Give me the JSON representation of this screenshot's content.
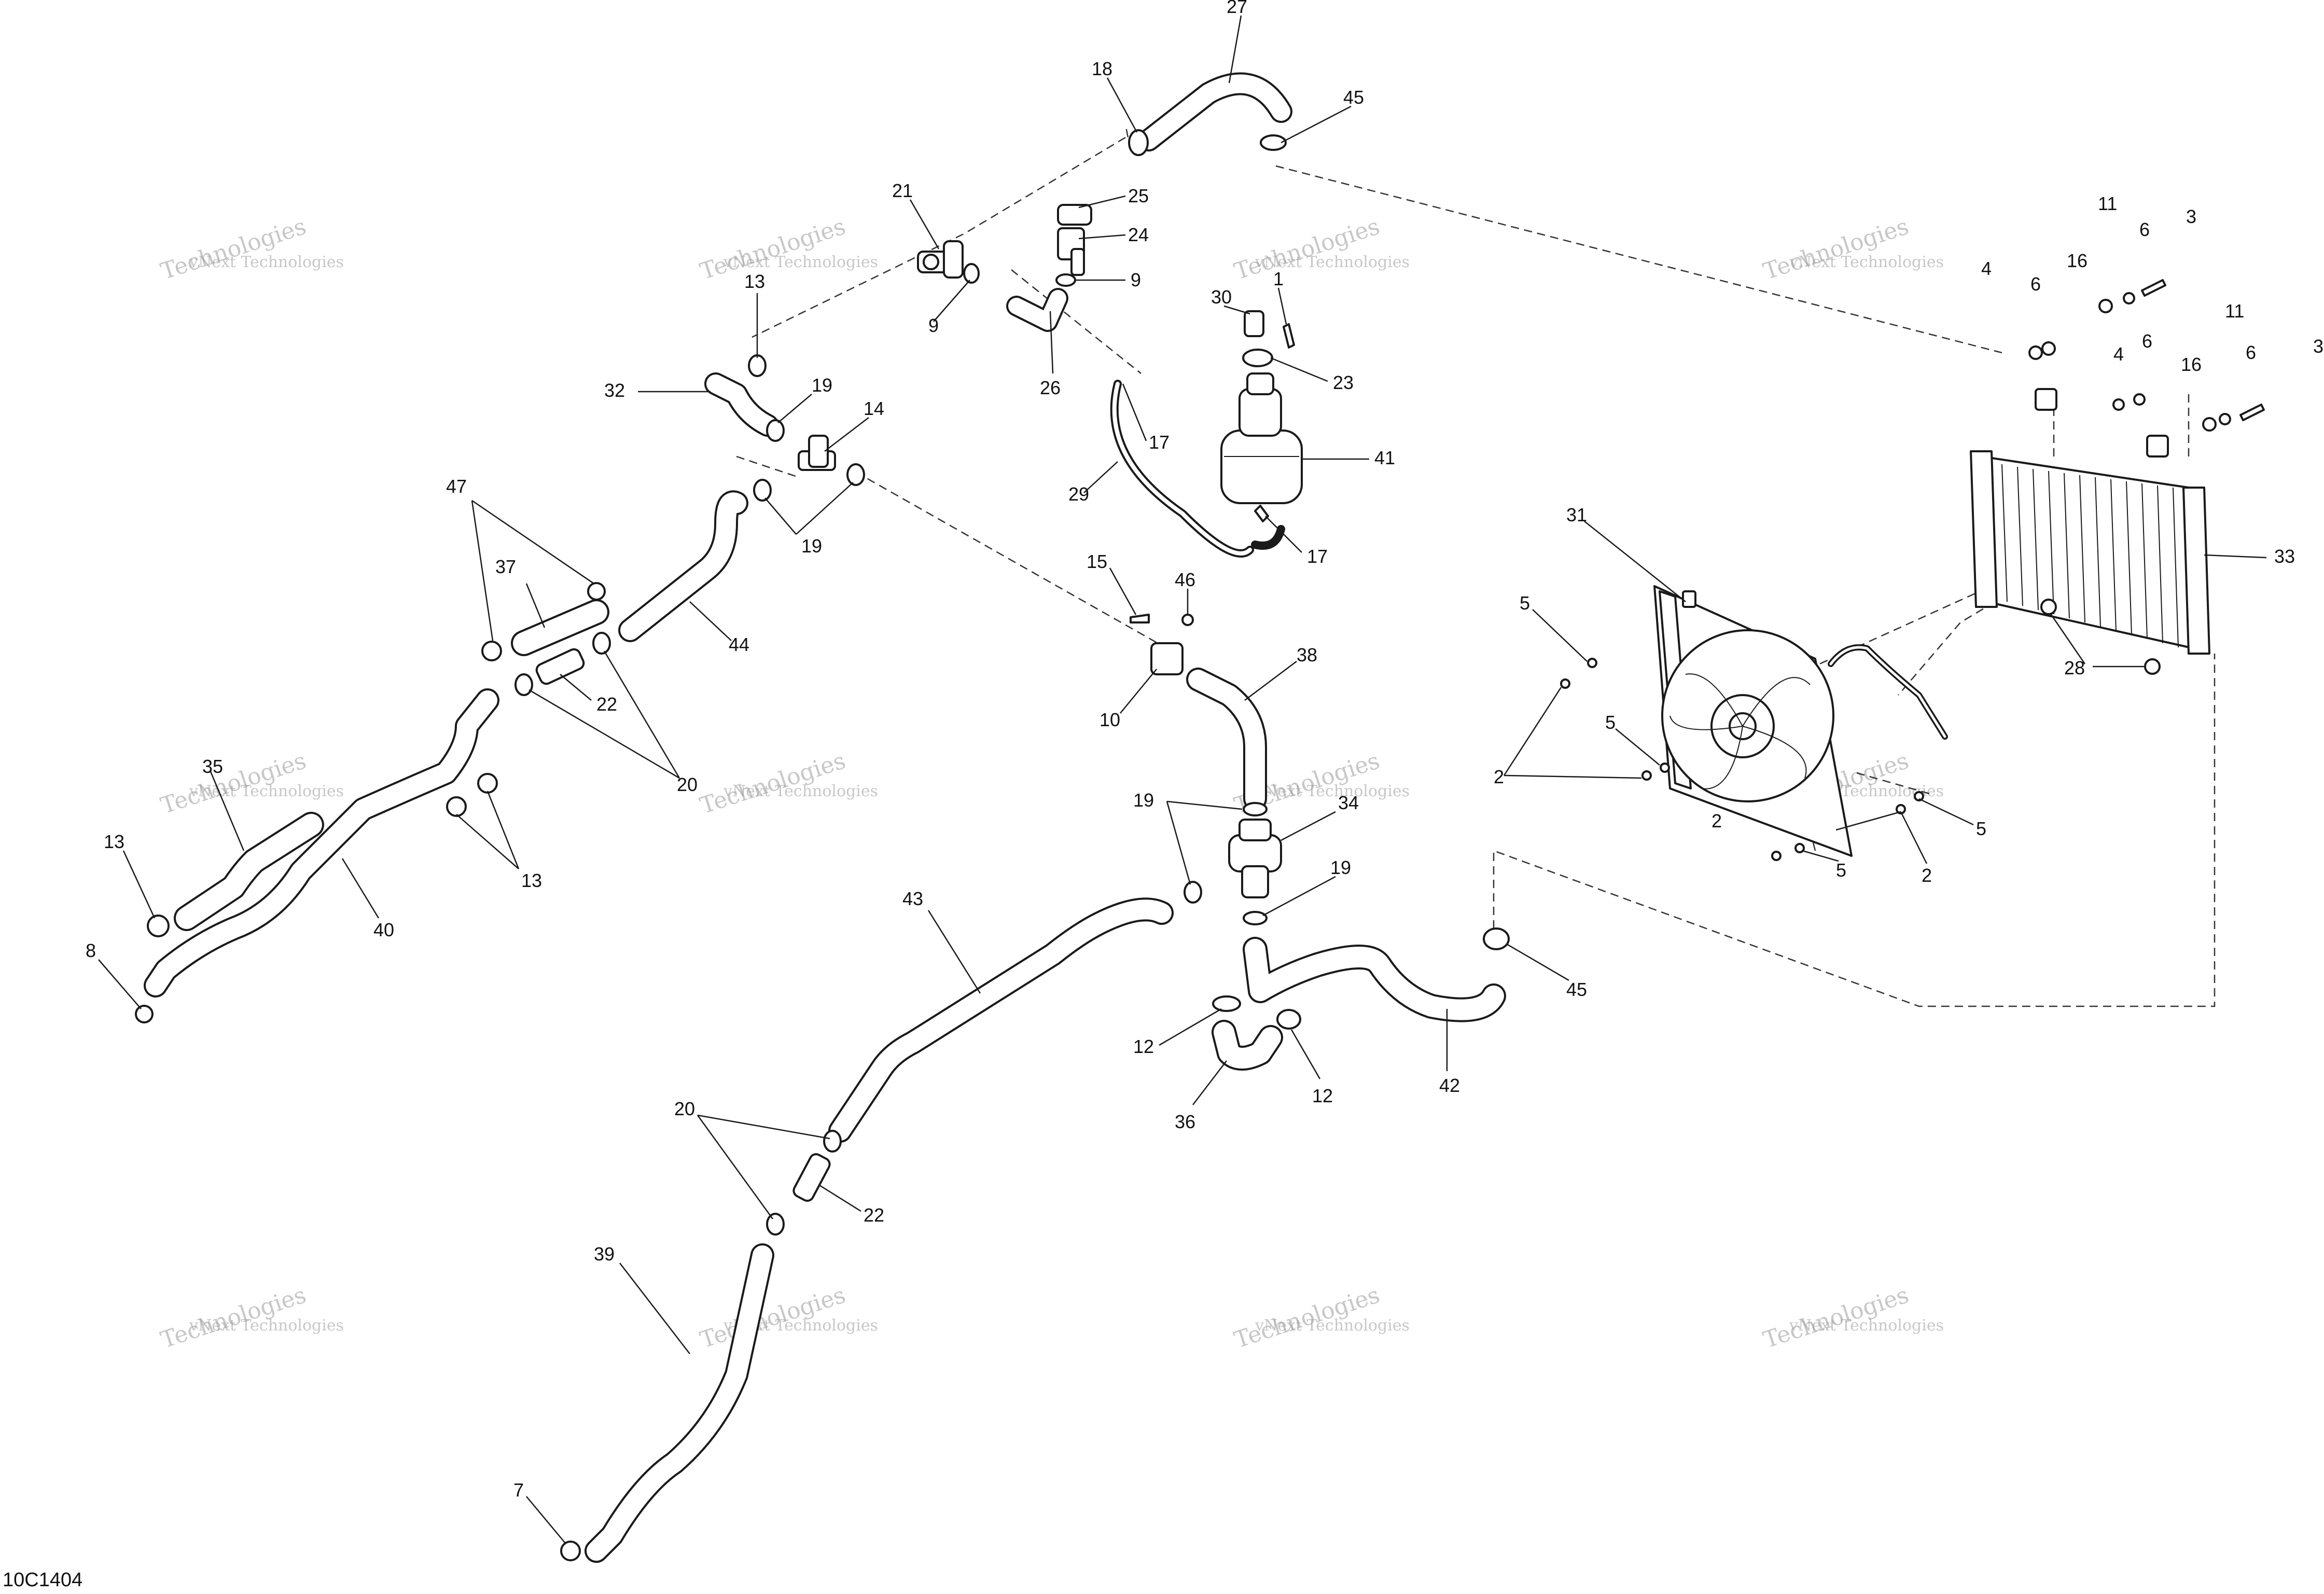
{
  "diagram": {
    "reference_code": "10C1404",
    "watermark": {
      "line1": "vNext Technologies",
      "line2": "Technologies"
    },
    "callouts": [
      "27",
      "18",
      "45",
      "21",
      "25",
      "24",
      "9",
      "9",
      "13",
      "26",
      "11",
      "6",
      "3",
      "4",
      "6",
      "16",
      "11",
      "6",
      "3",
      "6",
      "4",
      "16",
      "32",
      "19",
      "14",
      "19",
      "30",
      "1",
      "23",
      "17",
      "29",
      "41",
      "17",
      "47",
      "37",
      "44",
      "22",
      "20",
      "31",
      "33",
      "15",
      "46",
      "10",
      "38",
      "5",
      "28",
      "5",
      "2",
      "35",
      "13",
      "40",
      "13",
      "8",
      "19",
      "34",
      "19",
      "2",
      "5",
      "5",
      "2",
      "43",
      "45",
      "12",
      "12",
      "42",
      "36",
      "20",
      "22",
      "39",
      "7"
    ]
  }
}
